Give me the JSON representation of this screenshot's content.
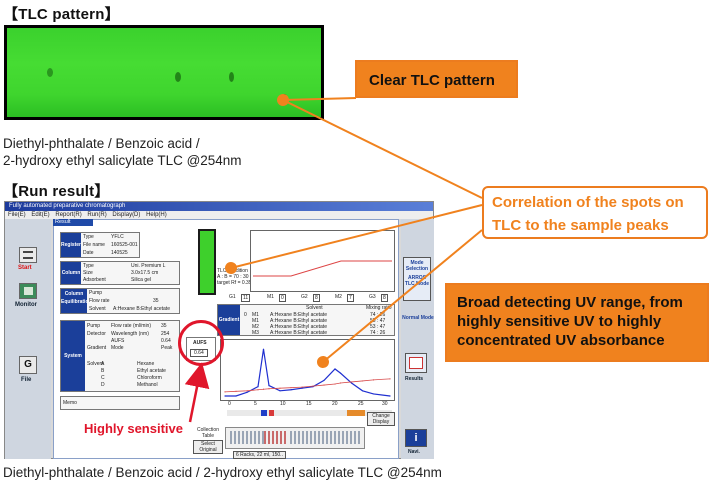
{
  "tlc_section": {
    "title": "【TLC pattern】",
    "caption_line1": "Diethyl-phthalate / Benzoic acid /",
    "caption_line2": "2-hydroxy ethyl salicylate TLC @254nm"
  },
  "run_section": {
    "title": "【Run result】",
    "caption": "Diethyl-phthalate / Benzoic acid / 2-hydroxy ethyl salicylate TLC @254nm"
  },
  "callouts": {
    "clear": "Clear TLC pattern",
    "correlation": "Correlation of the spots on TLC to the sample peaks",
    "uv_range": "Broad detecting UV range, from highly sensitive UV to highly concentrated UV absorbance",
    "highly_sensitive": "Highly sensitive"
  },
  "colors": {
    "accent": "#f0821e",
    "alert": "#e0162b",
    "plate": "#46dc33",
    "window_title": "#1c3a9c"
  },
  "app": {
    "title": "Fully automated preparative chromatograph",
    "menu": [
      "File(E)",
      "Edit(E)",
      "Report(R)",
      "Run(R)",
      "Display(D)",
      "Help(H)"
    ],
    "tab": "Result",
    "left_nav": [
      {
        "label": "Start",
        "icon": "start-icon"
      },
      {
        "label": "Monitor",
        "icon": "monitor-icon"
      },
      {
        "label": "File",
        "icon": "file-icon"
      }
    ],
    "right_nav": [
      {
        "label": "Mode Selection",
        "icon": "mode-icon"
      },
      {
        "label": "ARROS TLC Mode",
        "icon": "tlc-mode-icon"
      },
      {
        "label": "Normal Mode",
        "icon": "normal-mode-icon"
      },
      {
        "label": "Results",
        "icon": "results-icon"
      },
      {
        "label": "Navi.",
        "icon": "info-icon"
      }
    ],
    "register": {
      "header": "Register",
      "rows": [
        "Type",
        "File name",
        "Date"
      ],
      "values": [
        "YFLC",
        "160525-001",
        "140525"
      ]
    },
    "column": {
      "header": "Column",
      "rows": [
        "Type",
        "Size",
        "Adsorbent"
      ],
      "values": [
        "Uni. Premium L",
        "3.0x17.5 cm",
        "Silica gel"
      ]
    },
    "equilibration": {
      "header": "Column Equilibration",
      "rows": [
        "Pump",
        "Flow rate",
        "Solvent"
      ],
      "values": [
        "",
        "35",
        "A:Hexane  B:Ethyl acetate"
      ]
    },
    "system": {
      "header": "System",
      "rows": [
        "Pump",
        "Detector",
        "Gradient",
        "Solvent"
      ],
      "values": [
        "Flow rate (ml/min)",
        "Wavelength (nm)",
        "AUFS",
        "Mode"
      ],
      "settings": [
        "35",
        "254",
        "0.64",
        "Peak"
      ]
    },
    "solvents": [
      "A",
      "B",
      "C",
      "D"
    ],
    "solvent_names": [
      "Hexane",
      "Ethyl acetate",
      "Chloroform",
      "Methanol"
    ],
    "memo_label": "Memo",
    "tlc_condition": {
      "label": "TLC condition",
      "ratio": "A : B = 70 : 30",
      "rf": "target Rf = 0.35"
    },
    "gradient_table": {
      "header": "Gradient",
      "columns": [
        "",
        "",
        "Solvent",
        "Mixing ratio"
      ],
      "rows": [
        [
          "0",
          "M1",
          "A:Hexane  B:Ethyl acetate",
          "74 : 26"
        ],
        [
          "",
          "M1",
          "A:Hexane  B:Ethyl acetate",
          "53 : 47"
        ],
        [
          "",
          "M2",
          "A:Hexane  B:Ethyl acetate",
          "53 : 47"
        ],
        [
          "",
          "M3",
          "A:Hexane  B:Ethyl acetate",
          "74 : 26"
        ]
      ]
    },
    "aufs_box": {
      "label": "AUFS",
      "value": "0.64"
    },
    "segment_labels": [
      "G1",
      "M1",
      "G2",
      "M2",
      "G3"
    ],
    "segment_values": [
      "11",
      "0",
      "8",
      "7",
      "8"
    ],
    "x_ticks": [
      "0",
      "5",
      "10",
      "15",
      "20",
      "25",
      "30"
    ],
    "collection_label": "Collection Table",
    "select_label": "Select Original",
    "footer_status": "6 Racks, 22 ml, 150..",
    "change_label": "Change Display"
  },
  "chart_data": {
    "type": "line",
    "series": [
      {
        "values": [
          0,
          0,
          7,
          18,
          90,
          20,
          10,
          12,
          15,
          18,
          30,
          52,
          44,
          25,
          10,
          4,
          0
        ]
      },
      {
        "values": [
          8,
          9,
          10,
          12,
          13,
          14,
          15,
          16,
          17,
          19,
          21,
          23,
          25,
          27,
          29,
          31,
          33
        ]
      }
    ],
    "x": [
      0,
      2,
      4,
      6,
      7,
      8,
      10,
      12,
      14,
      16,
      18,
      20,
      21,
      23,
      25,
      27,
      30
    ],
    "ylim": [
      0,
      100
    ],
    "grid": false
  }
}
